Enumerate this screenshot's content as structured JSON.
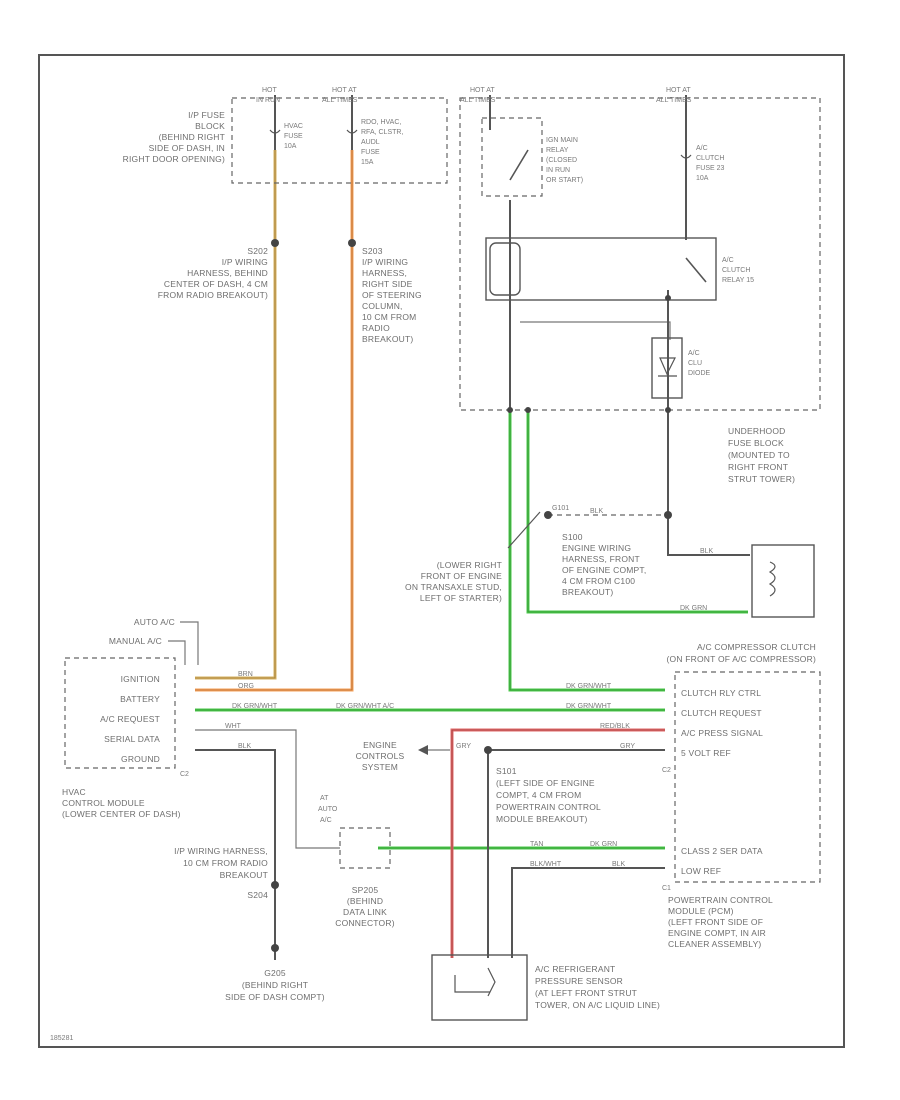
{
  "hot_labels": {
    "hot_in_run": [
      "HOT",
      "IN RUN"
    ],
    "hot_all_times_1": [
      "HOT AT",
      "ALL TIMES"
    ],
    "hot_all_times_2": [
      "HOT AT",
      "ALL TIMES"
    ],
    "hot_all_times_3": [
      "HOT AT",
      "ALL TIMES"
    ]
  },
  "ip_fuse_block": [
    "I/P FUSE",
    "BLOCK",
    "(BEHIND RIGHT",
    "SIDE OF DASH, IN",
    "RIGHT DOOR OPENING)"
  ],
  "hvac_fuse": [
    "HVAC",
    "FUSE",
    "10A"
  ],
  "radio_fuse": [
    "RDO, HVAC,",
    "RFA, CLSTR,",
    "AUDL",
    "FUSE",
    "15A"
  ],
  "ign_relay": [
    "IGN MAIN",
    "RELAY",
    "(CLOSED",
    "IN RUN",
    "OR START)"
  ],
  "clutch_fuse": [
    "A/C",
    "CLUTCH",
    "FUSE 23",
    "10A"
  ],
  "clutch_relay": [
    "A/C",
    "CLUTCH",
    "RELAY 15"
  ],
  "diode": [
    "A/C",
    "CLU",
    "DIODE"
  ],
  "underhood": [
    "UNDERHOOD",
    "FUSE BLOCK",
    "(MOUNTED TO",
    "RIGHT FRONT",
    "STRUT TOWER)"
  ],
  "s202": [
    "S202",
    "I/P WIRING",
    "HARNESS, BEHIND",
    "CENTER OF DASH, 4 CM",
    "FROM RADIO BREAKOUT)"
  ],
  "s203": [
    "S203",
    "I/P WIRING",
    "HARNESS,",
    "RIGHT SIDE",
    "OF STEERING",
    "COLUMN,",
    "10 CM FROM",
    "RADIO",
    "BREAKOUT)"
  ],
  "s100": [
    "S100",
    "ENGINE WIRING",
    "HARNESS, FRONT",
    "OF ENGINE COMPT,",
    "4 CM FROM C100",
    "BREAKOUT)"
  ],
  "g101_label": "G101",
  "lower_right": [
    "(LOWER RIGHT",
    "FRONT OF ENGINE",
    "ON TRANSAXLE STUD,",
    "LEFT OF STARTER)"
  ],
  "compressor_clutch": [
    "A/C COMPRESSOR CLUTCH",
    "(ON FRONT OF A/C COMPRESSOR)"
  ],
  "hvac_inputs": [
    "AUTO A/C",
    "MANUAL A/C"
  ],
  "hvac_pins": [
    "IGNITION",
    "BATTERY",
    "A/C REQUEST",
    "SERIAL DATA",
    "GROUND"
  ],
  "hvac_module": [
    "HVAC",
    "CONTROL MODULE",
    "(LOWER CENTER OF DASH)"
  ],
  "hvac_conn": "C2",
  "pcm_pins": [
    "CLUTCH RLY CTRL",
    "CLUTCH REQUEST",
    "A/C PRESS SIGNAL",
    "5 VOLT REF",
    "CLASS 2 SER DATA",
    "LOW REF"
  ],
  "pcm_module": [
    "POWERTRAIN CONTROL",
    "MODULE (PCM)",
    "(LEFT FRONT SIDE OF",
    "ENGINE COMPT, IN AIR",
    "CLEANER ASSEMBLY)"
  ],
  "pcm_conn_1": "C2",
  "pcm_conn_2": "C1",
  "engine_controls": [
    "ENGINE",
    "CONTROLS",
    "SYSTEM"
  ],
  "s101": [
    "S101",
    "(LEFT SIDE OF ENGINE",
    "COMPT, 4 CM FROM",
    "POWERTRAIN CONTROL",
    "MODULE BREAKOUT)"
  ],
  "auto_ac": [
    "AT",
    "AUTO",
    "A/C"
  ],
  "dlc": [
    "SP205",
    "(BEHIND",
    "DATA LINK",
    "CONNECTOR)"
  ],
  "ip_harness": [
    "I/P WIRING HARNESS,",
    "10 CM FROM RADIO",
    "BREAKOUT",
    "S204"
  ],
  "g205": [
    "G205",
    "(BEHIND RIGHT",
    "SIDE OF DASH COMPT)"
  ],
  "sensor": [
    "A/C REFRIGERANT",
    "PRESSURE SENSOR",
    "(AT LEFT FRONT STRUT",
    "TOWER, ON A/C LIQUID LINE)"
  ],
  "wire_labels": {
    "org": "ORG",
    "brn": "BRN",
    "dk_grn_wht": "DK GRN/WHT",
    "dk_grn_wht_ac": "DK GRN/WHT A/C",
    "red_blk": "RED/BLK",
    "gry": "GRY",
    "wht": "WHT",
    "blk": "BLK",
    "tan": "TAN",
    "dk_grn": "DK GRN",
    "blk_wht": "BLK/WHT"
  },
  "footer_code": "185281",
  "colors": {
    "orange": "#f5a05a",
    "tan": "#d6b05f",
    "green": "#4bc94b",
    "red": "#e06a6a",
    "dark": "#555555"
  }
}
